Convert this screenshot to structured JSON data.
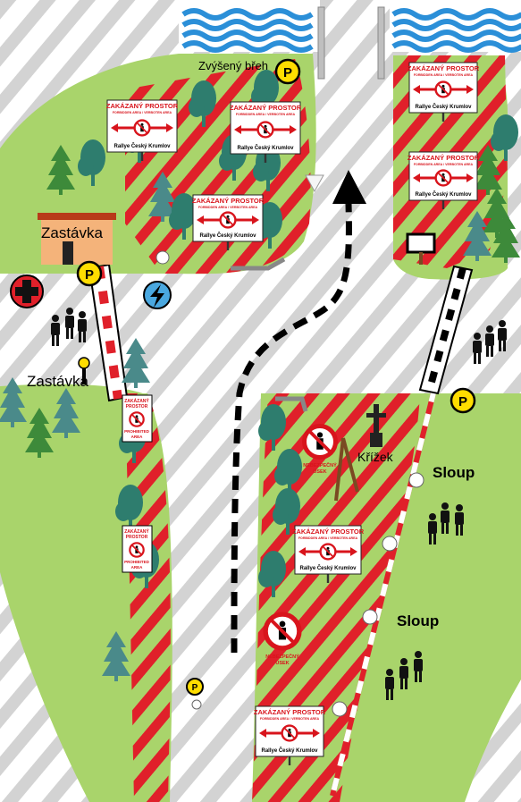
{
  "labels": {
    "zvyseny_breh": "Zvýšený břeh",
    "zastavka_top": "Zastávka",
    "zastavka_left": "Zastávka",
    "krizek": "Křížek",
    "sloup_1": "Sloup",
    "sloup_2": "Sloup"
  },
  "signs": {
    "forbidden_title": "ZAKÁZANÝ PROSTOR",
    "forbidden_sub": "FORBIDDEN AREA / VERBOTEN AREA",
    "rally": "Rallye Český Krumlov",
    "small_title_1": "ZAKÁZANÝ",
    "small_title_2": "PROSTOR",
    "prohibited_1": "PROHIBITED",
    "prohibited_2": "AREA",
    "danger_1": "NEBEZPEČNÝ",
    "danger_2": "ÚSEK"
  },
  "symbols": {
    "parking": "P"
  },
  "colors": {
    "grass": "#a9d46b",
    "hatch_red": "#e0202a",
    "hatch_gray": "#cccccc",
    "water": "#2b8fd8",
    "tree": "#2e7d6e",
    "conifer": "#3d8a3a",
    "parking_bg": "#ffdd00",
    "first_aid": "#e0202a",
    "electric": "#4aa8e0"
  }
}
